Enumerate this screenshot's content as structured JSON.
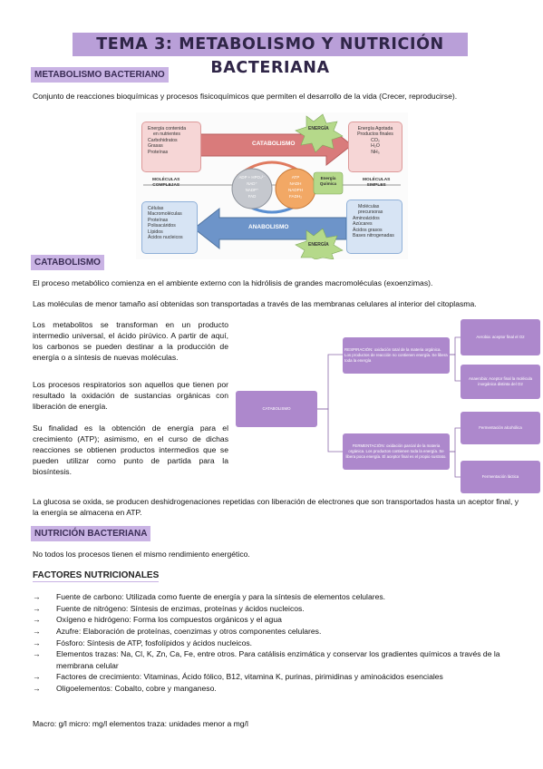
{
  "title": "TEMA 3: METABOLISMO Y NUTRICIÓN BACTERIANA",
  "metabolismo": {
    "heading": "METABOLISMO BACTERIANO",
    "intro": "Conjunto de reacciones bioquímicas y procesos fisicoquímicos que permiten el desarrollo de la vida (Crecer, reproducirse)."
  },
  "diagram": {
    "top_left_lines": [
      "Energía contenida",
      "en nutrientes",
      "Carbohidratos",
      "Grasas",
      "Proteínas"
    ],
    "top_right_lines": [
      "Energía Agotada",
      "Productos finales",
      "CO₂",
      "H₂O",
      "NH₃"
    ],
    "catabolismo": "CATABOLISMO",
    "anabolismo": "ANABOLISMO",
    "energia_top": "ENERGÍA",
    "energia_bottom": "ENERGÍA",
    "energia_quimica": [
      "Energía",
      "Química"
    ],
    "left_label": [
      "MOLÉCULAS",
      "COMPLEJAS"
    ],
    "right_label": [
      "MOLÉCULAS",
      "SIMPLES"
    ],
    "grey_circle": [
      "ADP + HPO₄²⁻",
      "NAD⁺",
      "NADP⁺",
      "FAD"
    ],
    "orange_circle": [
      "ATP",
      "NADH",
      "NADPH",
      "FADH₂"
    ],
    "bottom_left_lines": [
      "Células",
      "Macromoléculas",
      "Proteínas",
      "Polisacáridos",
      "Lípidos",
      "Ácidos nucleicos"
    ],
    "bottom_right_lines": [
      "Moléculas",
      "precursoras",
      "Aminoácidos",
      "Azúcares",
      "Ácidos grasos",
      "Bases nitrogenadas"
    ]
  },
  "catabolismo": {
    "heading": "CATABOLISMO",
    "p1": "El proceso metabólico comienza en el ambiente externo con la hidrólisis de grandes macromoléculas (exoenzimas).",
    "p2": "Las moléculas de menor tamaño así obtenidas son transportadas a través de las membranas celulares al interior del citoplasma.",
    "p3": "Los metabolitos se transforman en un producto intermedio universal, el ácido pirúvico. A partir de aquí, los carbonos se pueden destinar a la producción de energía o a síntesis de nuevas moléculas.",
    "p4": "Los procesos respiratorios son aquellos que tienen por resultado la oxidación de sustancias orgánicas con liberación de energía.",
    "p5": "Su finalidad es la obtención de energía para el crecimiento (ATP); asimismo, en el curso de dichas reacciones se obtienen productos intermedios que se pueden utilizar como punto de partida para la biosíntesis.",
    "p6": "La glucosa se oxida, se producen deshidrogenaciones repetidas con liberación de electrones que son transportados hasta un aceptor final, y la energía se almacena en ATP."
  },
  "mindmap": {
    "root": "CATABOLISMO",
    "respiracion": "RESPIRACIÓN: oxidación total de la materia orgánica. Los productos de reacción no contienen energía. Se libera toda la energía",
    "fermentacion": "FERMENTACIÓN: oxidación parcial de la materia orgánica. Los productos contienen toda la energía. Se libera poca energía. El aceptor final es el propio sustrato.",
    "aerobia": "Aerobia: aceptor final el O2",
    "anaerobia": "Anaerobia: Aceptor final la molécula inorgánica distinta del O2",
    "alcoholica": "Fermentación alcohólica",
    "lactica": "Fermentación láctica"
  },
  "nutricion": {
    "heading": "NUTRICIÓN BACTERIANA",
    "intro": "No todos los procesos tienen el mismo rendimiento energético.",
    "factores_heading": "FACTORES NUTRICIONALES",
    "arrow": "→",
    "items": [
      "Fuente de carbono: Utilizada como fuente de energía y para la síntesis de elementos celulares.",
      "Fuente de nitrógeno: Síntesis de enzimas, proteínas y ácidos nucleicos.",
      "Oxígeno e hidrógeno: Forma los compuestos orgánicos y el agua",
      "Azufre: Elaboración de proteínas, coenzimas y otros componentes celulares.",
      "Fósforo: Síntesis de ATP, fosfolípidos y ácidos nucleicos.",
      "Elementos trazas: Na, Cl, K, Zn, Ca, Fe, entre otros. Para catálisis enzimática y conservar los gradientes químicos a través de la membrana celular",
      "Factores de crecimiento: Vitaminas, Ácido fólico, B12, vitamina K, purinas, pirimidinas y aminoácidos esenciales",
      "Oligoelementos: Cobalto, cobre y manganeso."
    ],
    "macro": "Macro: g/l  micro: mg/l elementos traza: unidades menor a mg/l"
  }
}
